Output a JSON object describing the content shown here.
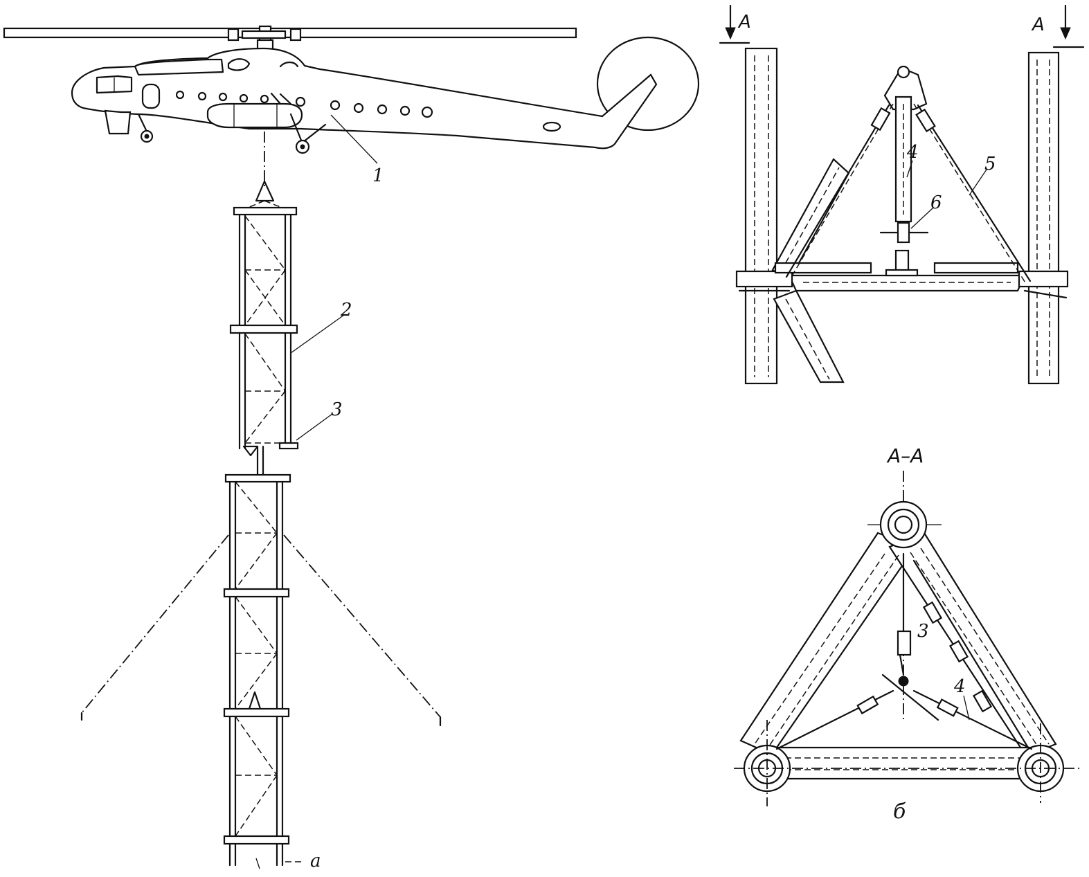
{
  "labels": {
    "helicopter": "1",
    "tower_section": "2",
    "section_bottom": "3",
    "detail_4": "4",
    "detail_5": "5",
    "detail_6": "6",
    "section_a_left": "A",
    "section_a_right": "A",
    "section_aa": "A–A",
    "sect_3": "3",
    "sect_4": "4",
    "view_a": "a",
    "view_b": "б"
  }
}
